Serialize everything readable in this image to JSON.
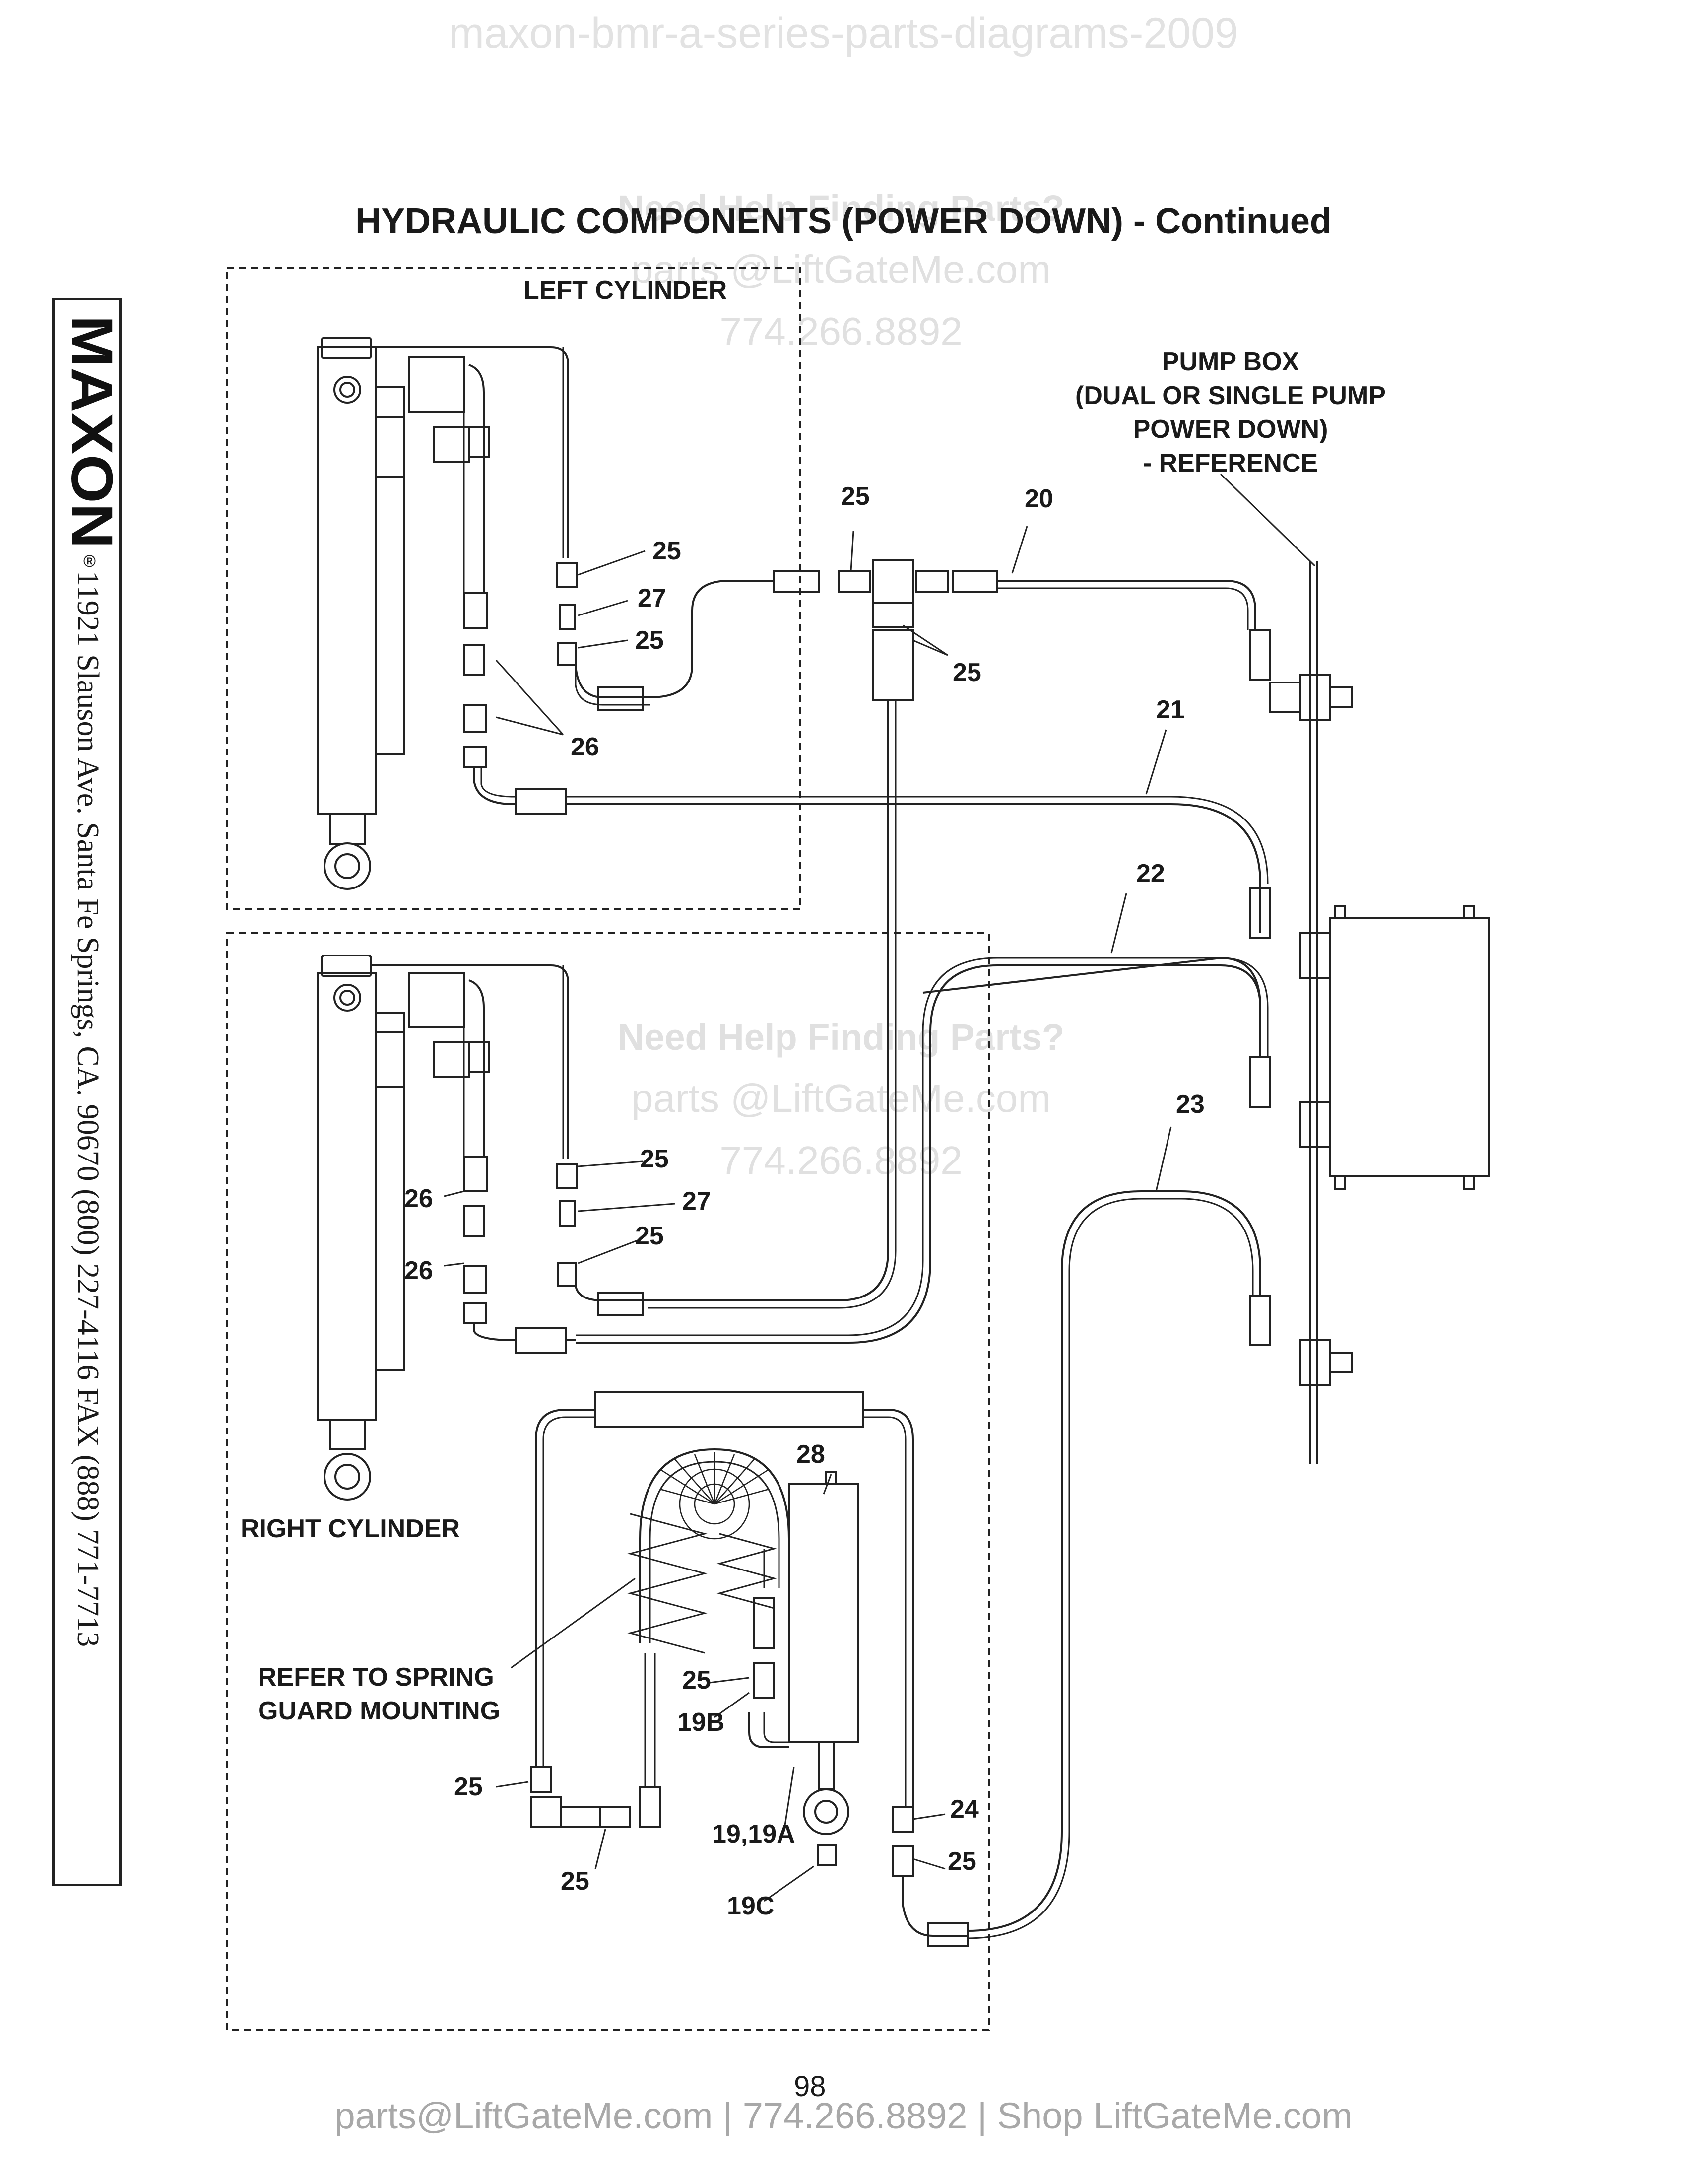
{
  "watermark": {
    "top": "maxon-bmr-a-series-parts-diagrams-2009",
    "blocks": [
      {
        "line1": "Need Help Finding Parts?",
        "line2": "parts @LiftGateMe.com",
        "line3": "774.266.8892"
      },
      {
        "line1": "Need Help Finding Parts?",
        "line2": "parts @LiftGateMe.com",
        "line3": "774.266.8892"
      }
    ]
  },
  "title": "HYDRAULIC COMPONENTS (POWER DOWN) - Continued",
  "sidebar": {
    "logo_text": "MAXON",
    "registered": "®",
    "address": "11921 Slauson Ave.  Santa Fe Springs, CA.  90670  (800) 227-4116  FAX (888) 771-7713"
  },
  "labels": {
    "left_cylinder": "LEFT CYLINDER",
    "right_cylinder": "RIGHT CYLINDER",
    "pump_box": [
      "PUMP BOX",
      "(DUAL OR SINGLE PUMP",
      "POWER DOWN)",
      "- REFERENCE"
    ],
    "spring_guard": [
      "REFER TO SPRING",
      "GUARD MOUNTING"
    ]
  },
  "callouts": [
    "25",
    "20",
    "25",
    "27",
    "25",
    "25",
    "26",
    "21",
    "22",
    "23",
    "25",
    "27",
    "25",
    "26",
    "26",
    "28",
    "25",
    "19B",
    "25",
    "25",
    "24",
    "25",
    "19,19A",
    "19C"
  ],
  "page_number": "98",
  "footer": "parts@LiftGateMe.com | 774.266.8892 | Shop LiftGateMe.com"
}
